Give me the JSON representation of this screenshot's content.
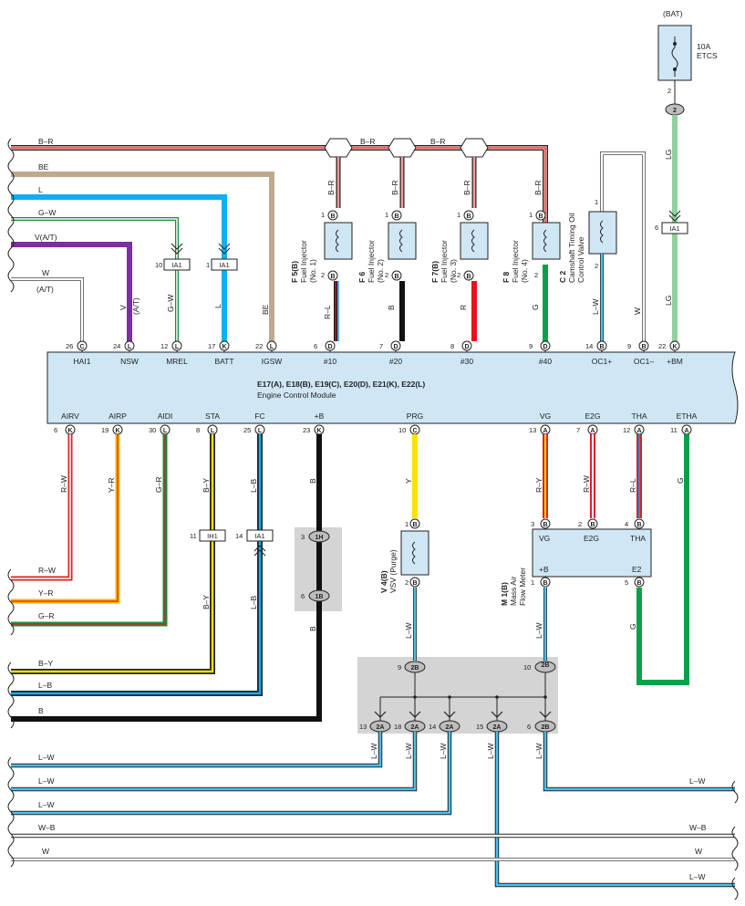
{
  "fuse": {
    "source": "(BAT)",
    "rating": "10A",
    "name": "ETCS",
    "pin": "2",
    "conn": "2"
  },
  "ecm": {
    "title": "E17(A), E18(B), E19(C), E20(D), E21(K), E22(L)",
    "subtitle": "Engine Control Module",
    "top_terminals": [
      {
        "id": "hai1",
        "name": "HAI1",
        "pin": "26",
        "conn": "C"
      },
      {
        "id": "nsw",
        "name": "NSW",
        "pin": "24",
        "conn": "L"
      },
      {
        "id": "mrel",
        "name": "MREL",
        "pin": "12",
        "conn": "L"
      },
      {
        "id": "batt",
        "name": "BATT",
        "pin": "17",
        "conn": "K"
      },
      {
        "id": "igsw",
        "name": "IGSW",
        "pin": "22",
        "conn": "L"
      },
      {
        "id": "n10",
        "name": "#10",
        "pin": "6",
        "conn": "D"
      },
      {
        "id": "n20",
        "name": "#20",
        "pin": "7",
        "conn": "D"
      },
      {
        "id": "n30",
        "name": "#30",
        "pin": "8",
        "conn": "D"
      },
      {
        "id": "n40",
        "name": "#40",
        "pin": "9",
        "conn": "D"
      },
      {
        "id": "oc1p",
        "name": "OC1+",
        "pin": "14",
        "conn": "B"
      },
      {
        "id": "oc1m",
        "name": "OC1–",
        "pin": "9",
        "conn": "B"
      },
      {
        "id": "bm",
        "name": "+BM",
        "pin": "22",
        "conn": "K"
      }
    ],
    "bottom_terminals": [
      {
        "id": "airv",
        "name": "AIRV",
        "pin": "6",
        "conn": "K"
      },
      {
        "id": "airp",
        "name": "AIRP",
        "pin": "19",
        "conn": "K"
      },
      {
        "id": "aidi",
        "name": "AIDI",
        "pin": "30",
        "conn": "L"
      },
      {
        "id": "sta",
        "name": "STA",
        "pin": "8",
        "conn": "L"
      },
      {
        "id": "fc",
        "name": "FC",
        "pin": "25",
        "conn": "L"
      },
      {
        "id": "plusb",
        "name": "+B",
        "pin": "23",
        "conn": "K"
      },
      {
        "id": "prg",
        "name": "PRG",
        "pin": "10",
        "conn": "C"
      },
      {
        "id": "vg",
        "name": "VG",
        "pin": "13",
        "conn": "A"
      },
      {
        "id": "e2g",
        "name": "E2G",
        "pin": "7",
        "conn": "A"
      },
      {
        "id": "tha",
        "name": "THA",
        "pin": "12",
        "conn": "A"
      },
      {
        "id": "etha",
        "name": "ETHA",
        "pin": "11",
        "conn": "A"
      }
    ]
  },
  "injectors": [
    {
      "code": "F 5(B)",
      "desc1": "Fuel Injector",
      "desc2": "(No. 1)",
      "wire_top": "B–R",
      "wire_bottom": "R–L",
      "pin_top": "1",
      "pin_bottom": "2",
      "conn": "B"
    },
    {
      "code": "F 6",
      "desc1": "Fuel Injector",
      "desc2": "(No. 2)",
      "wire_top": "B–R",
      "wire_bottom": "B",
      "pin_top": "1",
      "pin_bottom": "2",
      "conn": "B"
    },
    {
      "code": "F 7(B)",
      "desc1": "Fuel Injector",
      "desc2": "(No. 3)",
      "wire_top": "B–R",
      "wire_bottom": "R",
      "pin_top": "1",
      "pin_bottom": "2",
      "conn": "B"
    },
    {
      "code": "F 8",
      "desc1": "Fuel Injector",
      "desc2": "(No. 4)",
      "wire_top": "B–R",
      "wire_bottom": "G",
      "pin_top": "1",
      "pin_bottom": "2",
      "conn": "B"
    }
  ],
  "ocv": {
    "code": "C 2",
    "desc1": "Camshaft Timing Oil",
    "desc2": "Control Valve",
    "pin_top": "1",
    "pin_bottom": "2",
    "wire_left": "L–W",
    "wire_right": "W"
  },
  "vsv": {
    "code": "V 4(B)",
    "desc": "VSV (Purge)",
    "pin_top": "1",
    "pin_bottom": "2",
    "conn": "B",
    "wire_top": "Y",
    "wire_bottom": "L–W"
  },
  "maf": {
    "code": "M 1(B)",
    "desc1": "Mass Air",
    "desc2": "Flow Meter",
    "pins": {
      "vg": "VG",
      "e2g": "E2G",
      "tha": "THA",
      "plusb": "+B",
      "e2": "E2"
    },
    "pin_vg": "3",
    "pin_e2g": "2",
    "pin_tha": "4",
    "pin_plusb": "1",
    "pin_e2": "5",
    "conn": "B"
  },
  "junctions": {
    "ia1_mrel": {
      "name": "IA1",
      "pin": "10"
    },
    "ia1_batt": {
      "name": "IA1",
      "pin": "1"
    },
    "ia1_bm": {
      "name": "IA1",
      "pin": "6"
    },
    "ih1_sta": {
      "name": "IH1",
      "pin": "11"
    },
    "ia1_fc": {
      "name": "IA1",
      "pin": "14"
    },
    "j1h": {
      "conn": "1H",
      "pin": "3"
    },
    "j1b": {
      "conn": "1B",
      "pin": "6"
    },
    "j2b_a": {
      "conn": "2B",
      "pin": "9"
    },
    "j2b_b": {
      "conn": "2B",
      "pin": "10"
    },
    "j2a_13": {
      "conn": "2A",
      "pin": "13"
    },
    "j2a_18": {
      "conn": "2A",
      "pin": "18"
    },
    "j2a_14": {
      "conn": "2A",
      "pin": "14"
    },
    "j2a_15": {
      "conn": "2A",
      "pin": "15"
    },
    "j2b_6": {
      "conn": "2B",
      "pin": "6"
    }
  },
  "wire_labels": {
    "br": "B–R",
    "be": "BE",
    "l": "L",
    "gw": "G–W",
    "vat": "V(A/T)",
    "w": "W",
    "at": "(A/T)",
    "v": "V",
    "v_at": "(A/T)",
    "g_w": "G–W",
    "l2": "L",
    "be2": "BE",
    "lg": "LG",
    "lg2": "LG",
    "rw": "R–W",
    "yr": "Y–R",
    "gr": "G–R",
    "by": "B–Y",
    "lb": "L–B",
    "b": "B",
    "y": "Y",
    "ry": "R–Y",
    "rl": "R–L",
    "g": "G",
    "rw2": "R–W",
    "yr2": "Y–R",
    "gr2": "G–R",
    "by2": "B–Y",
    "by3": "B–Y",
    "lb2": "L–B",
    "lb3": "L–B",
    "b2": "B",
    "b3": "B",
    "lw": "L–W",
    "lw2": "L–W",
    "lw3": "L–W",
    "lw4": "L–W",
    "lw5": "L–W",
    "lw6": "L–W",
    "lw7": "L–W",
    "lw8": "L–W",
    "lw_r1": "L–W",
    "lw_r2": "L–W",
    "wb": "W–B",
    "wb2": "W–B",
    "w2": "W",
    "w3": "W",
    "g2": "G",
    "br2": "B–R",
    "br3": "B–R"
  }
}
